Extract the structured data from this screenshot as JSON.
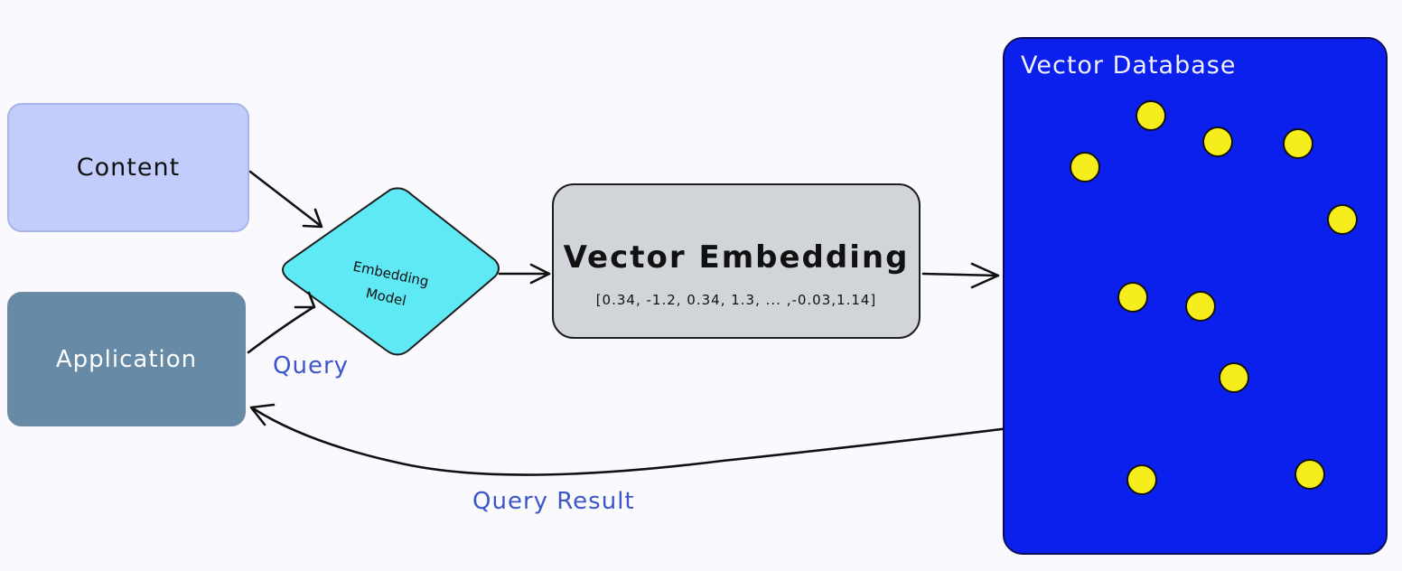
{
  "nodes": {
    "content": "Content",
    "application": "Application",
    "embedding_model_line1": "Embedding",
    "embedding_model_line2": "Model",
    "vector_embedding_title": "Vector Embedding",
    "vector_embedding_values": "[0.34, -1.2, 0.34, 1.3, ... ,-0.03,1.14]",
    "vector_database": "Vector Database"
  },
  "edge_labels": {
    "query": "Query",
    "query_result": "Query Result"
  },
  "colors": {
    "content_fill": "#c3cdfb",
    "application_fill": "#678aa6",
    "model_fill": "#5ee9f5",
    "embedding_fill": "#d1d5da",
    "database_fill": "#0c20ed",
    "cluster_fill": "#4f5fe6",
    "point_fill": "#f5ee1c",
    "label_blue": "#3d57c9"
  }
}
